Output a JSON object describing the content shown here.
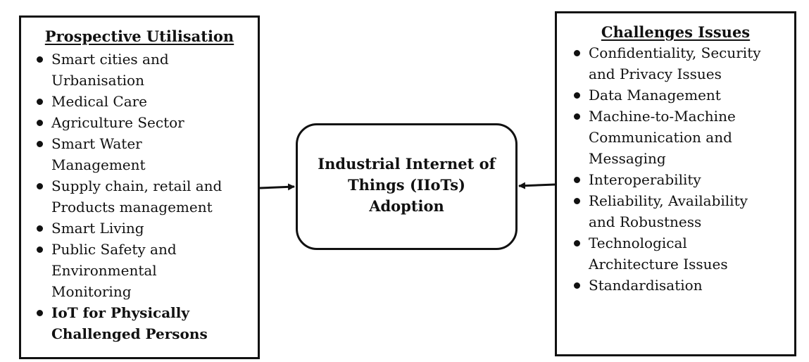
{
  "left_panel": {
    "title": "Prospective Utilisation",
    "items": [
      {
        "lines": [
          "Smart cities and",
          "Urbanisation"
        ],
        "bold": false
      },
      {
        "lines": [
          "Medical Care"
        ],
        "bold": false
      },
      {
        "lines": [
          "Agriculture Sector"
        ],
        "bold": false
      },
      {
        "lines": [
          "Smart Water",
          "Management"
        ],
        "bold": false
      },
      {
        "lines": [
          "Supply chain, retail and",
          "Products management"
        ],
        "bold": false
      },
      {
        "lines": [
          "Smart Living"
        ],
        "bold": false
      },
      {
        "lines": [
          "Public Safety and",
          "Environmental",
          "Monitoring"
        ],
        "bold": false
      },
      {
        "lines": [
          "IoT for Physically",
          "Challenged Persons"
        ],
        "bold": true
      }
    ]
  },
  "center_node": {
    "lines": [
      "Industrial Internet of",
      "Things (IIoTs)",
      "Adoption"
    ]
  },
  "right_panel": {
    "title": "Challenges Issues",
    "items": [
      {
        "lines": [
          "Confidentiality, Security",
          "and Privacy Issues"
        ],
        "bold": false
      },
      {
        "lines": [
          "Data Management"
        ],
        "bold": false
      },
      {
        "lines": [
          "Machine-to-Machine",
          "Communication and",
          "Messaging"
        ],
        "bold": false
      },
      {
        "lines": [
          "Interoperability"
        ],
        "bold": false
      },
      {
        "lines": [
          "Reliability, Availability",
          "and Robustness"
        ],
        "bold": false
      },
      {
        "lines": [
          "Technological",
          "Architecture Issues"
        ],
        "bold": false
      },
      {
        "lines": [
          "Standardisation"
        ],
        "bold": false
      }
    ]
  },
  "edges": [
    {
      "from": "left_panel",
      "to": "center_node"
    },
    {
      "from": "right_panel",
      "to": "center_node"
    }
  ],
  "colors": {
    "stroke": "#111111",
    "background": "#ffffff"
  }
}
